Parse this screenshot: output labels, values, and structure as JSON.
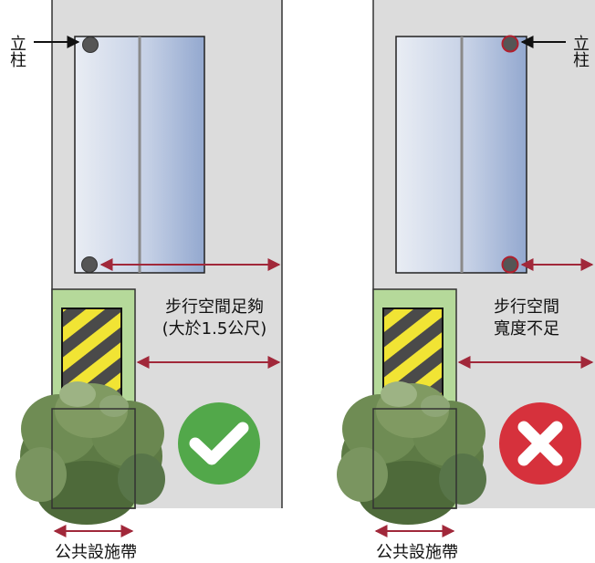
{
  "panels": [
    {
      "post_label": "立柱",
      "walkway_lines": [
        "步行空間足夠",
        "(大於1.5公尺)"
      ],
      "verdict_icon": "check-circle-icon",
      "verdict_color": "#52a84a",
      "post_ring_color": "#555555",
      "furniture_zone_label": "公共設施帶"
    },
    {
      "post_label": "立柱",
      "walkway_lines": [
        "步行空間",
        "寬度不足"
      ],
      "verdict_icon": "x-circle-icon",
      "verdict_color": "#d6313c",
      "post_ring_color": "#b01f2e",
      "furniture_zone_label": "公共設施帶"
    }
  ],
  "colors": {
    "sidewalk": "#dcdcdc",
    "building_edge": "#333333",
    "arrow": "#a1283a",
    "greenzone": "#b5d99a",
    "hazard_yellow": "#f1e434",
    "hazard_black": "#4a4a4a"
  }
}
